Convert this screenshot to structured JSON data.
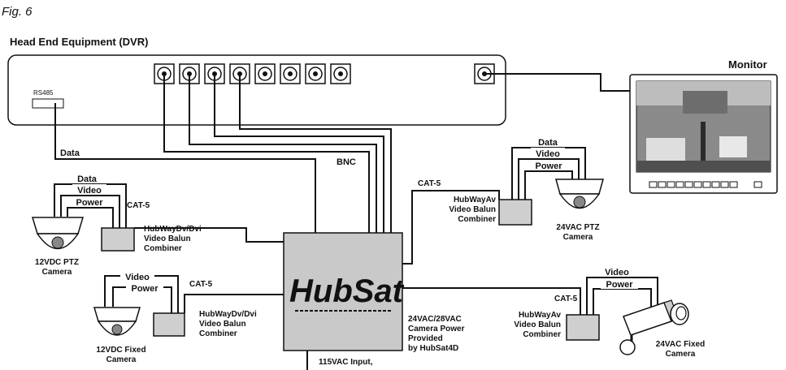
{
  "figure_label": "Fig. 6",
  "head_end": {
    "label": "Head End Equipment (DVR)",
    "rs485_label": "RS485"
  },
  "monitor": {
    "label": "Monitor"
  },
  "hub": {
    "logo_text": "HubSat",
    "power_input_label": "115VAC Input,"
  },
  "wires": {
    "data": "Data",
    "bnc": "BNC",
    "cat5_left_top": "CAT-5",
    "cat5_left_bottom": "CAT-5",
    "cat5_right_top": "CAT-5",
    "cat5_right_bottom": "CAT-5",
    "power_note": [
      "24VAC/28VAC",
      "Camera Power",
      "Provided",
      "by HubSat4D"
    ]
  },
  "left_top_bundle": {
    "data": "Data",
    "video": "Video",
    "power": "Power"
  },
  "left_bottom_bundle": {
    "video": "Video",
    "power": "Power"
  },
  "right_top_bundle": {
    "data": "Data",
    "video": "Video",
    "power": "Power"
  },
  "right_bottom_bundle": {
    "video": "Video",
    "power": "Power"
  },
  "combiner_left_top": [
    "HubWayDv/Dvi",
    "Video Balun",
    "Combiner"
  ],
  "combiner_left_bottom": [
    "HubWayDv/Dvi",
    "Video Balun",
    "Combiner"
  ],
  "combiner_right_top": [
    "HubWayAv",
    "Video Balun",
    "Combiner"
  ],
  "combiner_right_bottom": [
    "HubWayAv",
    "Video Balun",
    "Combiner"
  ],
  "camera_left_top": [
    "12VDC PTZ",
    "Camera"
  ],
  "camera_left_bottom": [
    "12VDC Fixed",
    "Camera"
  ],
  "camera_right_top": [
    "24VAC PTZ",
    "Camera"
  ],
  "camera_right_bottom": [
    "24VAC Fixed",
    "Camera"
  ]
}
